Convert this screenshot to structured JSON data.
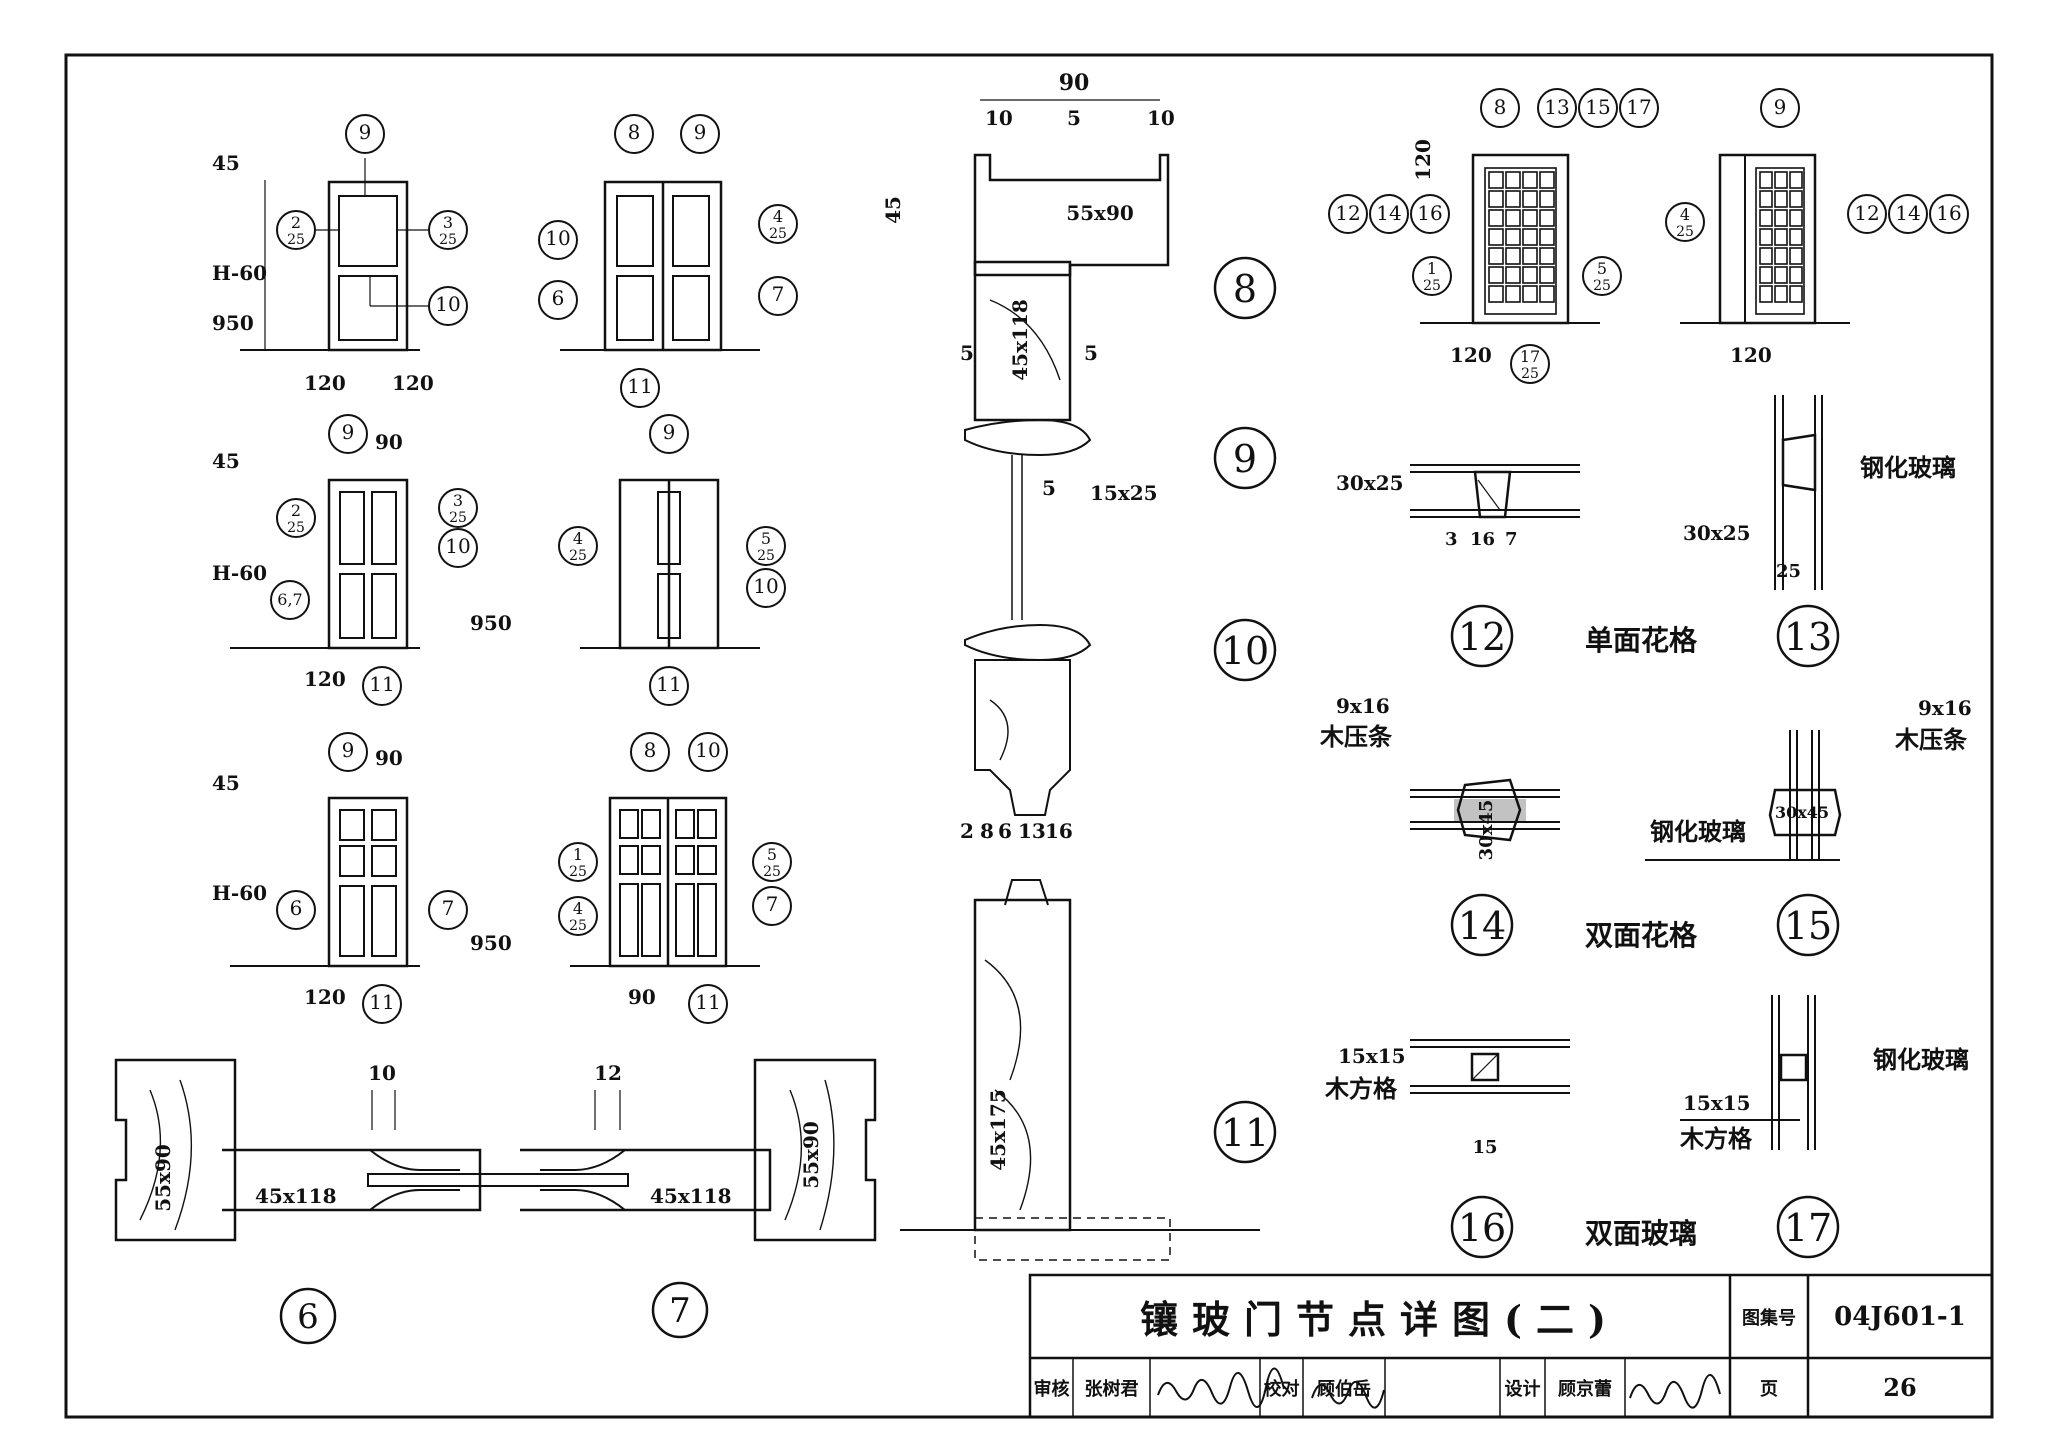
{
  "drawing": {
    "title": "镶玻门节点详图(二)",
    "atlas_label": "图集号",
    "atlas_no": "04J601-1",
    "page_label": "页",
    "page_no": "26",
    "review_label": "审核",
    "review_name": "张树君",
    "check_label": "校对",
    "check_name": "顾伯岳",
    "design_label": "设计",
    "design_name": "顾京蕾"
  },
  "notes": {
    "single_lattice": "单面花格",
    "double_lattice": "双面花格",
    "double_glass": "双面玻璃",
    "tempered_glass": "钢化玻璃",
    "wood_strip": "木压条",
    "wood_grid": "木方格"
  },
  "sizes": {
    "s55x90": "55x90",
    "s45x118": "45x118",
    "s45x175": "45x175",
    "s15x25": "15x25",
    "s30x25": "30x25",
    "s9x16": "9x16",
    "s30x45": "30x45",
    "s15x15": "15x15",
    "h60": "H-60"
  },
  "labels": {
    "d6": "6",
    "d7": "7",
    "d8": "8",
    "d9": "9",
    "d10": "10",
    "d11": "11",
    "d12": "12",
    "d13": "13",
    "d14": "14",
    "d15": "15",
    "d16": "16",
    "d17": "17",
    "sheet25": "25",
    "d67": "6,7"
  }
}
